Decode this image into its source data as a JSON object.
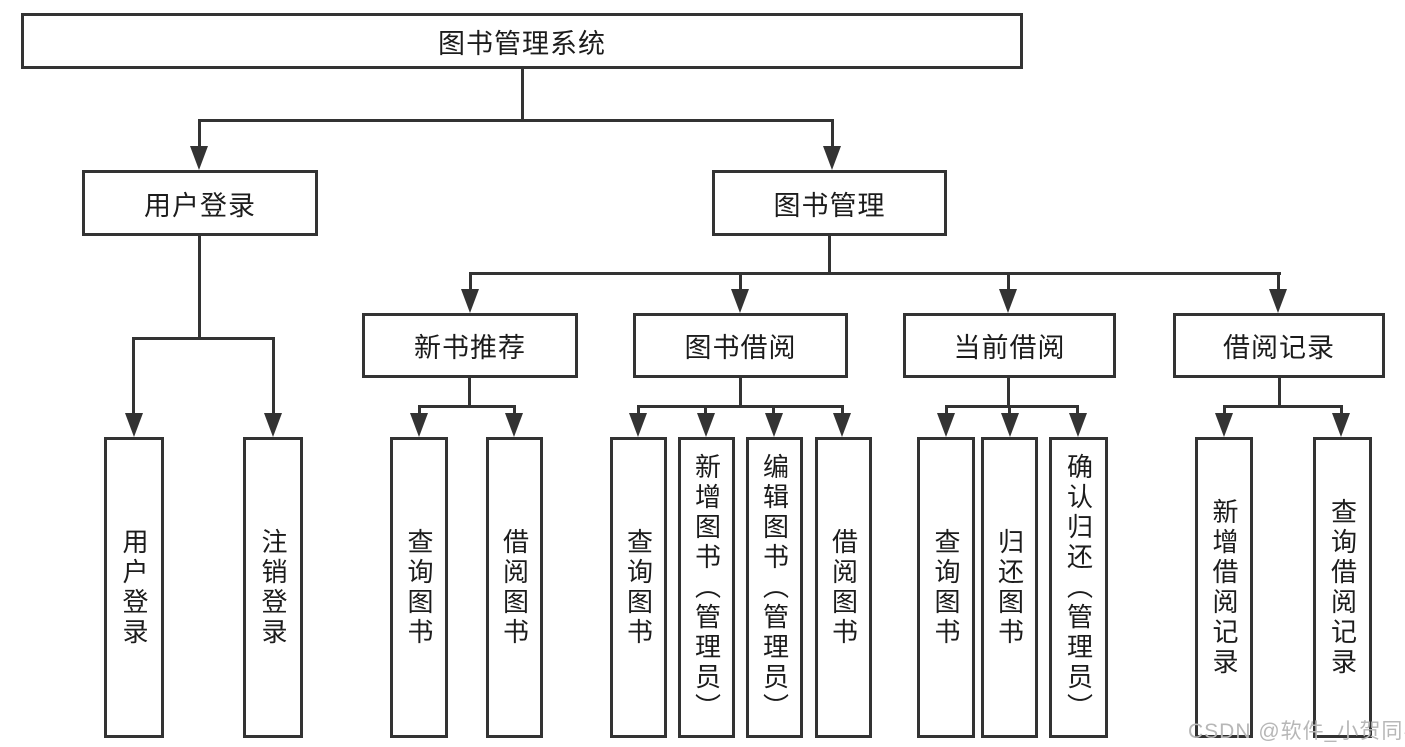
{
  "nodes": {
    "root": "图书管理系统",
    "user_login": "用户登录",
    "book_mgmt": "图书管理",
    "new_book_rec": "新书推荐",
    "book_borrow": "图书借阅",
    "current_borrow": "当前借阅",
    "borrow_record": "借阅记录",
    "leaf_user_login": "用户登录",
    "leaf_user_logout": "注销登录",
    "leaf_nb_query": "查询图书",
    "leaf_nb_borrow": "借阅图书",
    "leaf_bb_query": "查询图书",
    "leaf_bb_add": "新增图书（管理员）",
    "leaf_bb_edit": "编辑图书（管理员）",
    "leaf_bb_borrow": "借阅图书",
    "leaf_cb_query": "查询图书",
    "leaf_cb_return": "归还图书",
    "leaf_cb_confirm": "确认归还（管理员）",
    "leaf_br_add": "新增借阅记录",
    "leaf_br_query": "查询借阅记录"
  },
  "watermark": {
    "text": "CSDN @软件_小贺同学"
  },
  "colors": {
    "line": "#333333",
    "text": "#1c1c1c",
    "watermark": "#b7b7b7",
    "background": "#ffffff"
  }
}
